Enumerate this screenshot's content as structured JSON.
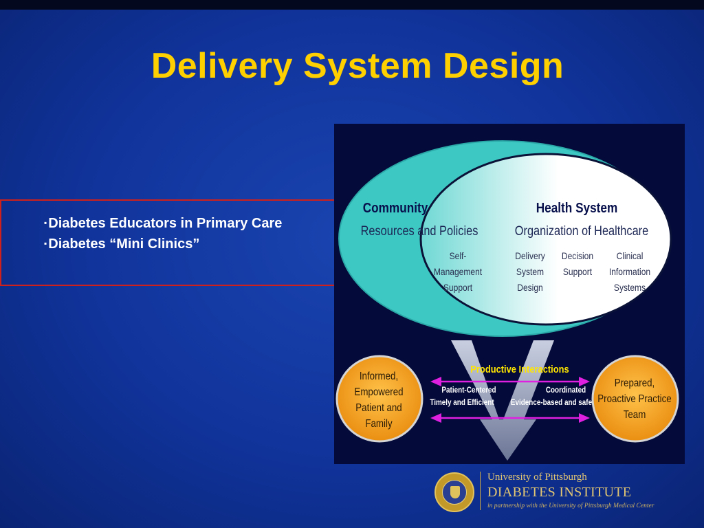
{
  "slide": {
    "title": "Delivery System Design",
    "bullet_mark": "▪",
    "bullets": [
      "Diabetes Educators in Primary Care",
      "Diabetes “Mini Clinics”"
    ]
  },
  "model": {
    "community_title": "Community",
    "community_subtitle": "Resources and Policies",
    "health_system_title": "Health System",
    "health_system_subtitle": "Organization of Healthcare",
    "elements": {
      "self_management": [
        "Self-",
        "Management",
        "Support"
      ],
      "delivery_system": [
        "Delivery",
        "System",
        "Design"
      ],
      "decision_support": [
        "Decision",
        "Support"
      ],
      "clinical_information": [
        "Clinical",
        "Information",
        "Systems"
      ]
    },
    "interactions_title": "Productive Interactions",
    "interactions": {
      "patient_centered": "Patient-Centered",
      "coordinated": "Coordinated",
      "timely": "Timely and Efficient",
      "evidence": "Evidence-based and safe"
    },
    "patient": [
      "Informed,",
      "Empowered",
      "Patient and",
      "Family"
    ],
    "team": [
      "Prepared,",
      "Proactive Practice",
      "Team"
    ]
  },
  "branding": {
    "line1": "University of Pittsburgh",
    "line2": "DIABETES INSTITUTE",
    "line3": "in partnership with the University of Pittsburgh Medical Center"
  },
  "colors": {
    "title": "#ffd000",
    "box_border": "#d0201c",
    "community_fill": "#3ec8c4",
    "node_fill": "#f2a21c",
    "arrow": "#e020e0",
    "interactions_title": "#ffe600"
  }
}
